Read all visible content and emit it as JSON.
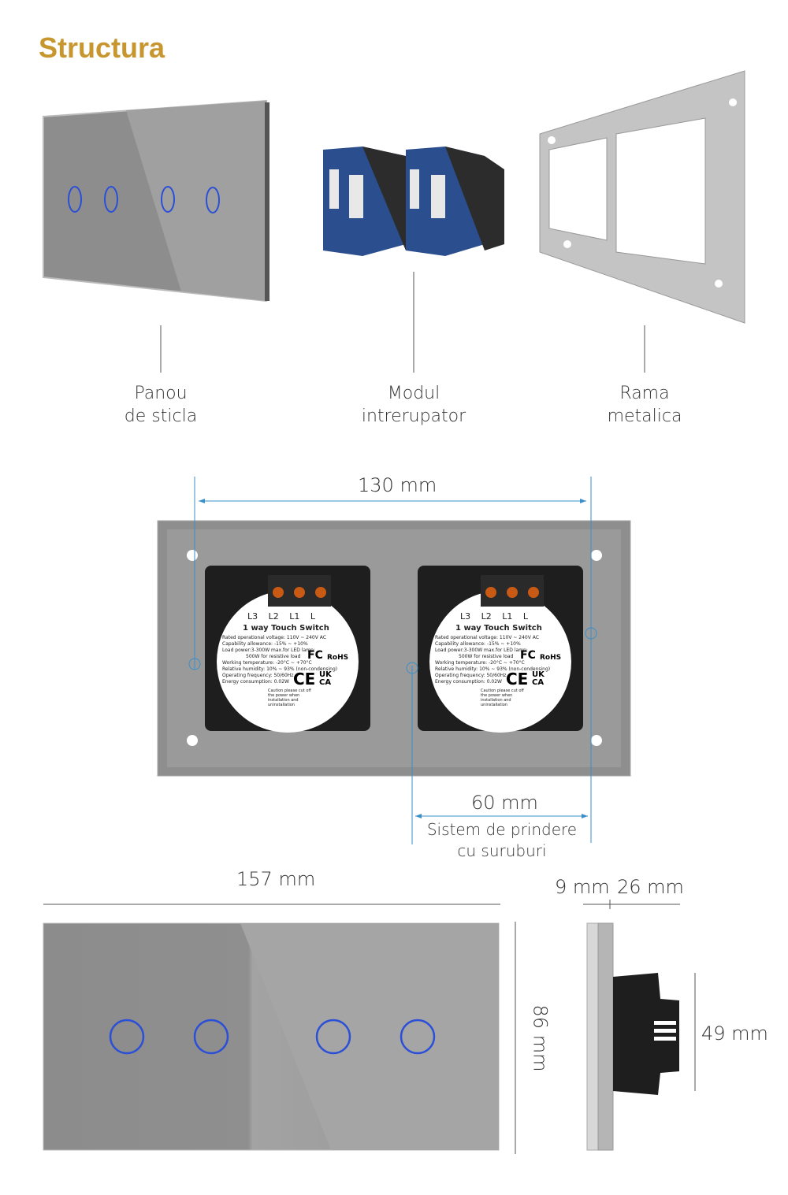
{
  "title": "Structura",
  "components": [
    {
      "label_line1": "Panou",
      "label_line2": "de sticla"
    },
    {
      "label_line1": "Modul",
      "label_line2": "intrerupator"
    },
    {
      "label_line1": "Rama",
      "label_line2": "metalica"
    }
  ],
  "dimensions": {
    "mount_spacing": "130 mm",
    "screw_spacing": "60 mm",
    "screw_caption_line1": "Sistem de prindere",
    "screw_caption_line2": "cu suruburi",
    "width": "157 mm",
    "height": "86 mm",
    "glass_depth": "9 mm",
    "module_depth": "26 mm",
    "module_height": "49 mm"
  },
  "module_label": {
    "terminals": "L3 L2 L1 L",
    "name": "1 way Touch Switch",
    "lines": [
      "Rated operational voltage: 110V ~ 240V AC",
      "Capability allowance: -15% ~ +10%",
      "Load power:3-300W max.for LED lamp:",
      "500W for resistive load",
      "Working temperature: -20°C ~ +70°C",
      "Relative humidity: 10% ~ 93% (non-condensing)",
      "Operating frequency: 50/60Hz",
      "Energy consumption: 0.02W"
    ],
    "caution": "Caution please cut off the power when installation and uninstallation",
    "marks": [
      "FC",
      "RoHS",
      "CE",
      "UK CA"
    ]
  },
  "colors": {
    "accent": "#c8962e",
    "dimension_line": "#3a8fc8",
    "glass": "#8f8f8f",
    "touch_ring": "#2b4fd6"
  }
}
